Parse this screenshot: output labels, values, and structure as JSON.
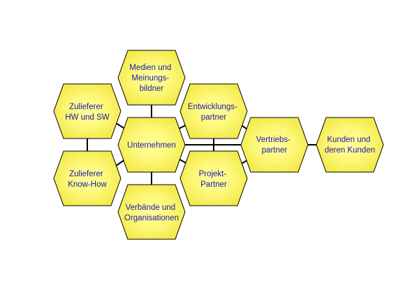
{
  "colors": {
    "hex_center": "#ffff9e",
    "hex_edge": "#f2ea4a",
    "hex_stroke": "#000000",
    "text": "#1a1aa6",
    "connector": "#000000"
  },
  "nodes": {
    "medien": {
      "lines": [
        "Medien und",
        "Meinungs-",
        "bildner"
      ]
    },
    "zulieferer_hw_sw": {
      "lines": [
        "Zulieferer",
        "HW und SW"
      ]
    },
    "unternehmen": {
      "lines": [
        "Unternehmen"
      ]
    },
    "zulieferer_know_how": {
      "lines": [
        "Zulieferer",
        "Know-How"
      ]
    },
    "verbaende": {
      "lines": [
        "Verbände und",
        "Organisationen"
      ]
    },
    "entwicklungspartner": {
      "lines": [
        "Entwicklungs-",
        "partner"
      ]
    },
    "projektpartner": {
      "lines": [
        "Projekt-",
        "Partner"
      ]
    },
    "vertriebspartner": {
      "lines": [
        "Vertriebs-",
        "partner"
      ]
    },
    "kunden": {
      "lines": [
        "Kunden und",
        "deren Kunden"
      ]
    }
  }
}
